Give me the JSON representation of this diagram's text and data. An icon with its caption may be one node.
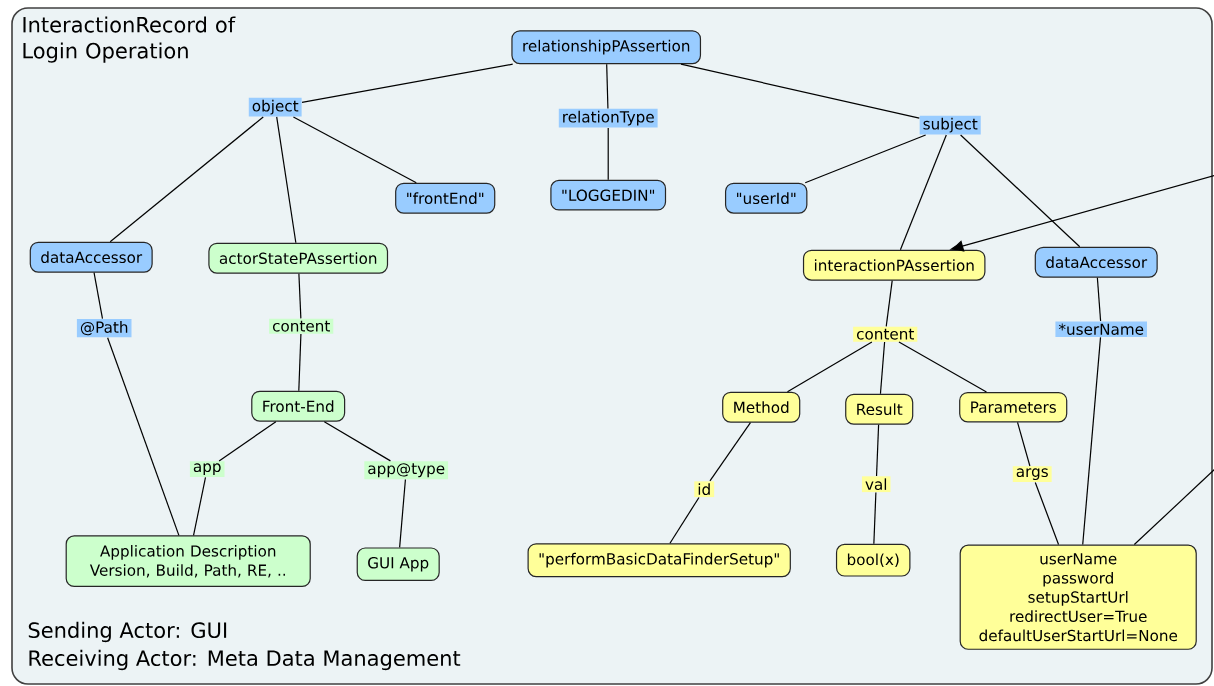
{
  "diagram": {
    "title": "InteractionRecord of Login Operation",
    "nodes": [
      {
        "text": [],
        "shape": "box"
      },
      {
        "text": [
          "relationshipPAssertion"
        ],
        "in": 0
      },
      {
        "text": [
          "object"
        ],
        "in": 0
      },
      {
        "text": [
          "relationType"
        ],
        "in": 0
      },
      {
        "text": [
          "subject"
        ],
        "in": 0
      },
      {
        "text": [
          "\"frontEnd\""
        ],
        "in": 0
      },
      {
        "text": [
          "\"LOGGEDIN\""
        ],
        "in": 0
      },
      {
        "text": [
          "\"userId\""
        ],
        "in": 0
      },
      {
        "text": [
          "dataAccessor"
        ],
        "in": 0
      },
      {
        "text": [
          "actorStatePAssertion"
        ],
        "in": 0
      },
      {
        "text": [
          "interactionPAssertion"
        ],
        "in": 0
      },
      {
        "text": [
          "dataAccessor"
        ],
        "in": 0
      },
      {
        "text": [
          "@Path"
        ],
        "in": 0
      },
      {
        "text": [
          "content"
        ],
        "in": 0
      },
      {
        "text": [
          "content"
        ],
        "in": 0
      },
      {
        "text": [
          "*userName"
        ],
        "in": 0
      },
      {
        "text": [
          "Front-End"
        ],
        "in": 0
      },
      {
        "text": [
          "Method"
        ],
        "in": 0
      },
      {
        "text": [
          "Result"
        ],
        "in": 0
      },
      {
        "text": [
          "Parameters"
        ],
        "in": 0
      },
      {
        "text": [
          "app"
        ],
        "in": 0
      },
      {
        "text": [
          "app@type"
        ],
        "in": 0
      },
      {
        "text": [
          "id"
        ],
        "in": 0
      },
      {
        "text": [
          "val"
        ],
        "in": 0
      },
      {
        "text": [
          "args"
        ],
        "in": 0
      },
      {
        "text": [
          "Application Description Version, Build, Path, RE, .."
        ],
        "in": 0
      },
      {
        "text": [
          "GUI App"
        ],
        "in": 0
      },
      {
        "text": [
          "\"performBasicDataFinderSetup\""
        ],
        "in": 0
      },
      {
        "text": [
          "bool(x)"
        ],
        "in": 0
      },
      {
        "text": [
          "userName password setupStartUrl redirectUser=True defaultUserStartUrl=None"
        ],
        "in": 0
      }
    ],
    "edges": [
      {
        "from": 1,
        "to": 2,
        "arrow": "none"
      },
      {
        "from": 2,
        "to": 8,
        "arrow": "none"
      },
      {
        "from": 2,
        "to": 9,
        "arrow": "none"
      },
      {
        "from": 2,
        "to": 5,
        "arrow": "none"
      },
      {
        "from": 1,
        "to": 3,
        "arrow": "none"
      },
      {
        "from": 3,
        "to": 6,
        "arrow": "none"
      },
      {
        "from": 1,
        "to": 4,
        "arrow": "none"
      },
      {
        "from": 4,
        "to": 7,
        "arrow": "none"
      },
      {
        "from": 4,
        "to": 10,
        "arrow": "none"
      },
      {
        "from": 4,
        "to": 11,
        "arrow": "none"
      },
      {
        "from": 8,
        "to": 12,
        "arrow": "none"
      },
      {
        "from": 12,
        "to": 25,
        "arrow": "none"
      },
      {
        "from": 9,
        "to": 13,
        "arrow": "none"
      },
      {
        "from": 13,
        "to": 16,
        "arrow": "none"
      },
      {
        "from": 16,
        "to": 20,
        "arrow": "none"
      },
      {
        "from": 20,
        "to": 25,
        "arrow": "none"
      },
      {
        "from": 16,
        "to": 21,
        "arrow": "none"
      },
      {
        "from": 21,
        "to": 26,
        "arrow": "none"
      },
      {
        "from": 10,
        "to": 14,
        "arrow": "none"
      },
      {
        "from": 14,
        "to": 17,
        "arrow": "none"
      },
      {
        "from": 14,
        "to": 18,
        "arrow": "none"
      },
      {
        "from": 14,
        "to": 19,
        "arrow": "none"
      },
      {
        "from": 17,
        "to": 22,
        "arrow": "none"
      },
      {
        "from": 22,
        "to": 27,
        "arrow": "none"
      },
      {
        "from": 18,
        "to": 23,
        "arrow": "none"
      },
      {
        "from": 23,
        "to": 28,
        "arrow": "none"
      },
      {
        "from": 19,
        "to": 24,
        "arrow": "none"
      },
      {
        "from": 24,
        "to": 29,
        "arrow": "none"
      },
      {
        "from": 11,
        "to": 15,
        "arrow": "none"
      },
      {
        "from": 15,
        "to": 29,
        "arrow": "none"
      },
      {
        "from": null,
        "to": 10,
        "arrow": "to"
      },
      {
        "from": 29,
        "to": null,
        "arrow": "none"
      }
    ],
    "labels": [
      "Sending Actor: GUI",
      "Receiving Actor: Meta Data Management"
    ]
  }
}
